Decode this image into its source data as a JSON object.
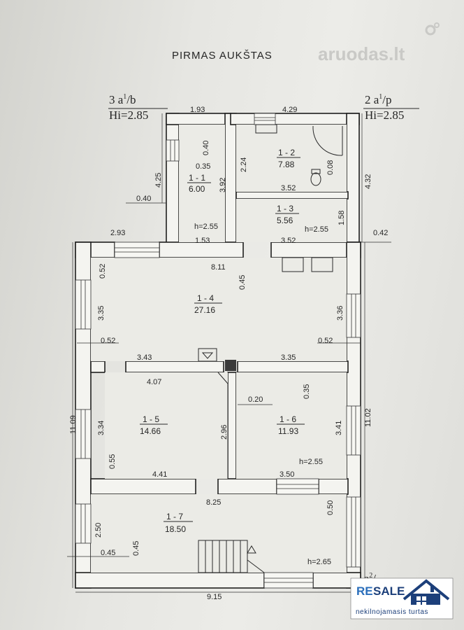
{
  "title": "PIRMAS AUKŠTAS",
  "watermark": "aruodas.lt",
  "left_stamp": {
    "line1": "3 a",
    "sup": "1",
    "suffix": "/b",
    "line2": "Hi=2.85"
  },
  "right_stamp": {
    "line1": "2 a",
    "sup": "1",
    "suffix": "/p",
    "line2": "Hi=2.85"
  },
  "bottom_stamp": {
    "line1": "1 a",
    "sup": "2",
    "suffix": "/"
  },
  "rooms": [
    {
      "id": "1 - 1",
      "area": "6.00"
    },
    {
      "id": "1 - 2",
      "area": "7.88"
    },
    {
      "id": "1 - 3",
      "area": "5.56"
    },
    {
      "id": "1 - 4",
      "area": "27.16"
    },
    {
      "id": "1 - 5",
      "area": "14.66"
    },
    {
      "id": "1 - 6",
      "area": "11.93"
    },
    {
      "id": "1 - 7",
      "area": "18.50"
    }
  ],
  "heights": [
    "h=2.55",
    "h=2.55",
    "h=2.55",
    "h=2.65"
  ],
  "dimensions": {
    "top_1_93": "1.93",
    "top_4_29": "4.29",
    "d_0_40_v": "0.40",
    "d_2_24": "2.24",
    "d_0_35_a": "0.35",
    "d_4_25": "4.25",
    "d_3_92": "3.92",
    "d_0_08": "0.08",
    "d_4_32": "4.32",
    "d_0_40_h": "0.40",
    "d_3_52_a": "3.52",
    "d_1_58": "1.58",
    "d_2_93": "2.93",
    "d_1_53": "1.53",
    "d_3_52_b": "3.52",
    "d_0_42": "0.42",
    "d_8_11": "8.11",
    "d_0_52_v": "0.52",
    "d_0_45_v": "0.45",
    "d_3_35_v": "3.35",
    "d_3_36": "3.36",
    "d_0_52_l": "0.52",
    "d_0_52_r": "0.52",
    "d_3_43": "3.43",
    "d_3_35_h": "3.35",
    "d_4_07": "4.07",
    "d_0_20": "0.20",
    "d_0_35_b": "0.35",
    "d_11_09": "11.09",
    "d_3_34": "3.34",
    "d_2_96": "2.96",
    "d_3_41": "3.41",
    "d_11_02": "11.02",
    "d_0_55": "0.55",
    "d_4_41": "4.41",
    "d_3_50": "3.50",
    "d_8_25": "8.25",
    "d_0_50": "0.50",
    "d_2_50": "2.50",
    "d_0_45_h": "0.45",
    "d_0_45_v2": "0.45",
    "d_9_15": "9.15"
  },
  "logo": {
    "brand_a": "RE",
    "brand_b": "SALE",
    "tagline": "nekilnojamasis turtas"
  },
  "colors": {
    "wall_fill": "#f4f4f0",
    "line": "#1f1f1f",
    "logo_blue": "#1c3f7a"
  }
}
